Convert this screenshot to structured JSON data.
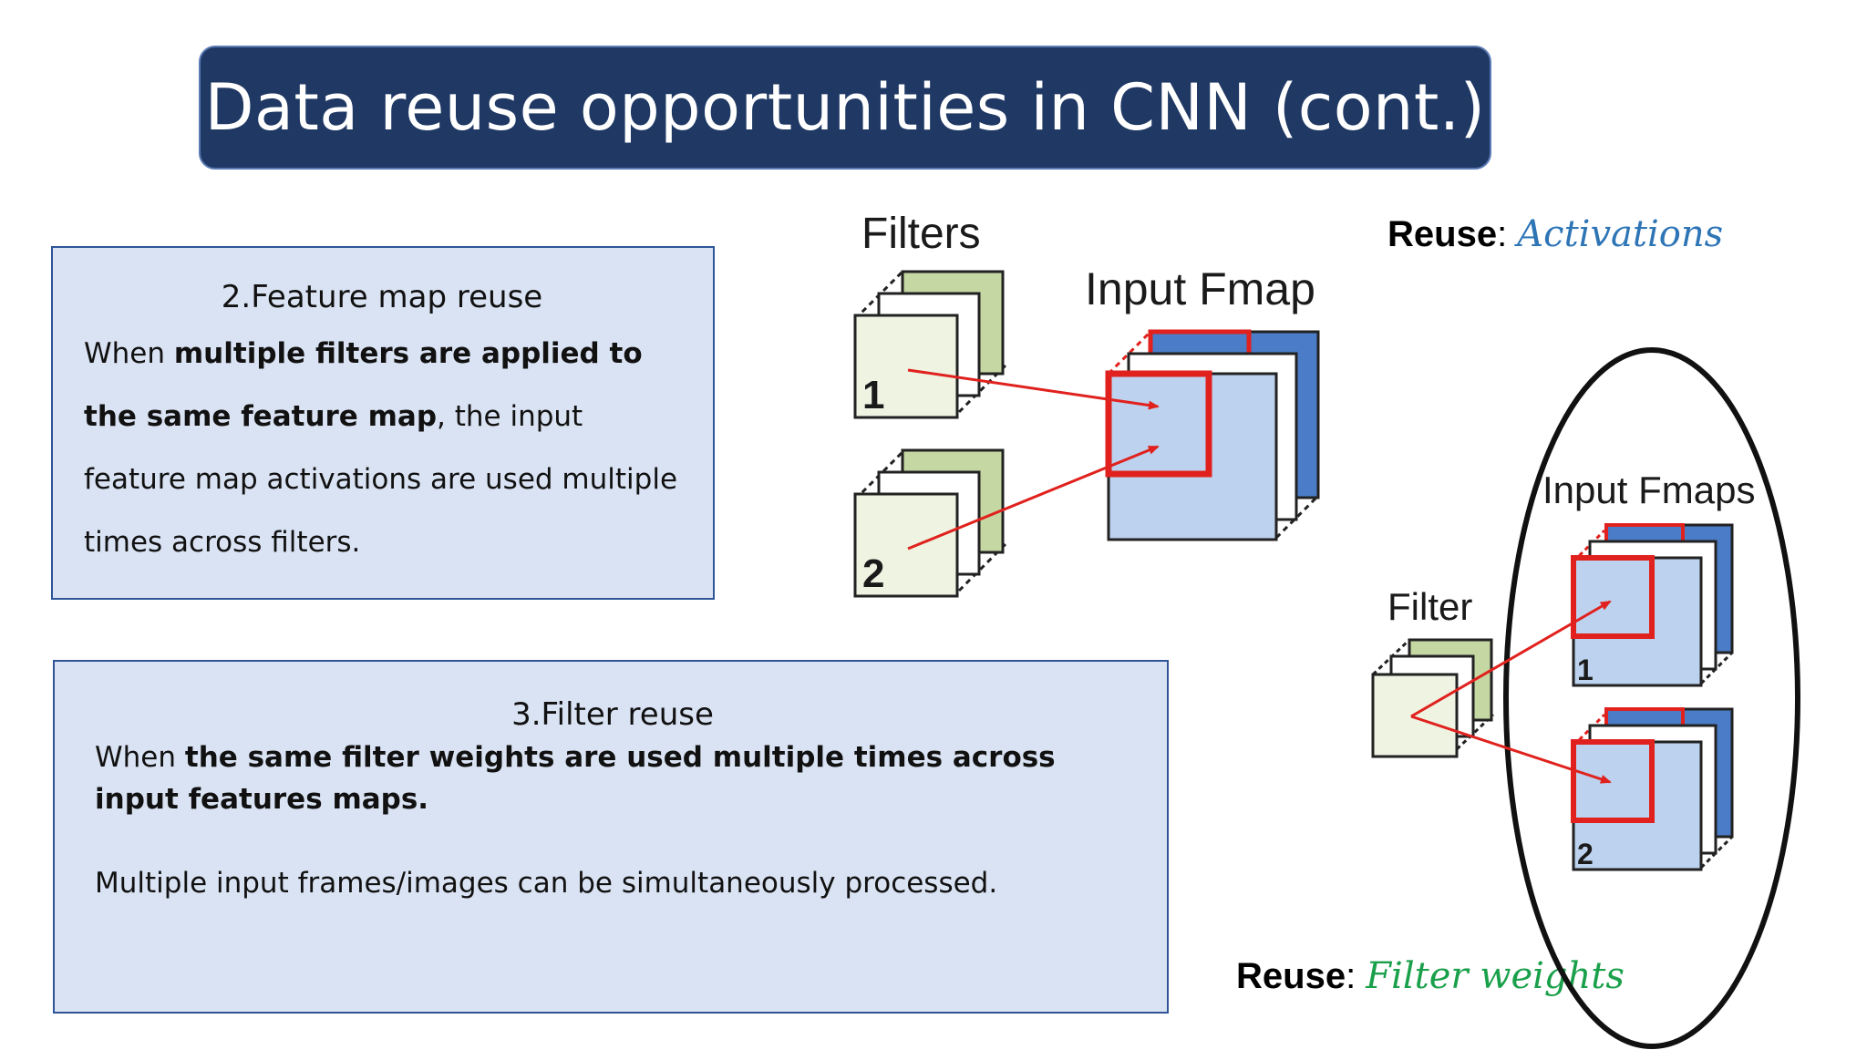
{
  "title": "Data reuse opportunities in CNN (cont.)",
  "feature_map_box": {
    "heading": "2.Feature map reuse",
    "text_1": "When ",
    "bold_1": "multiple filters are applied to the same feature map",
    "text_2": ", the input feature map activations are used multiple times across filters."
  },
  "filter_box": {
    "heading": "3.Filter reuse",
    "text_1": "When ",
    "bold_1": "the same filter weights are used multiple times across input features maps.",
    "text_2": "Multiple input frames/images can be simultaneously processed."
  },
  "reuse_activations": {
    "key": "Reuse",
    "sep": ": ",
    "value": "Activations",
    "color": "#2e75b6"
  },
  "reuse_weights": {
    "key": "Reuse",
    "sep": ": ",
    "value": "Filter weights",
    "color": "#1aa04a"
  },
  "diagram_top": {
    "filters_label": "Filters",
    "fmap_label": "Input Fmap",
    "filter_numbers": [
      "1",
      "2"
    ]
  },
  "diagram_bottom": {
    "filter_label": "Filter",
    "fmaps_label": "Input Fmaps",
    "fmap_numbers": [
      "1",
      "2"
    ]
  },
  "colors": {
    "title_bg": "#1f3864",
    "box_bg": "#dae3f3",
    "filter_green": "#c5d7a2",
    "filter_light": "#eef3e2",
    "fmap_blue": "#4a7cc7",
    "fmap_light": "#bdd2ee",
    "highlight_red": "#e0211d"
  }
}
